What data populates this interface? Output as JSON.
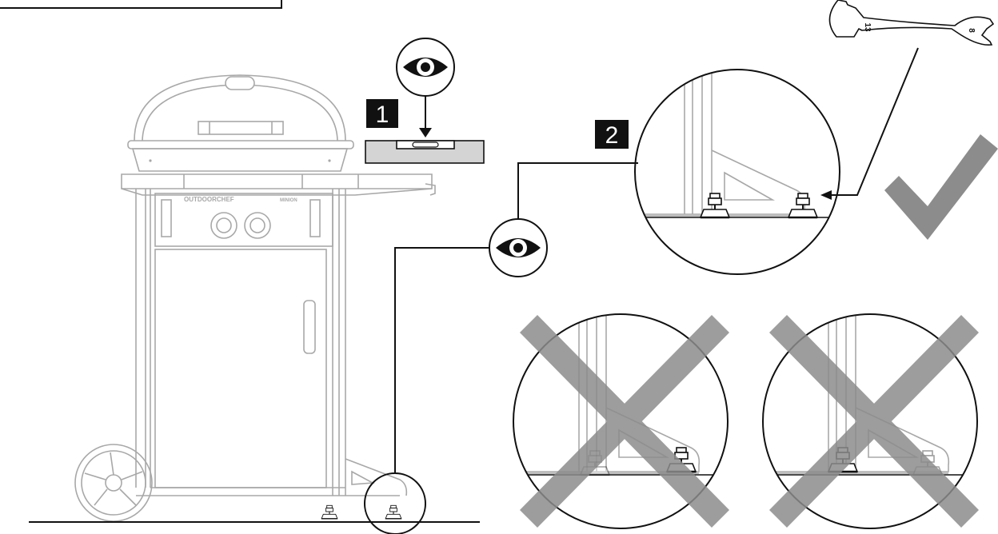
{
  "brand_text": "OUTDOORCHEF",
  "model_text": "MINION",
  "steps": [
    {
      "number": "1"
    },
    {
      "number": "2"
    }
  ],
  "wrench": {
    "size_a": "13",
    "size_b": "8"
  },
  "icons": {
    "eye": "eye-icon",
    "check": "checkmark-icon",
    "cross": "cross-icon",
    "level": "spirit-level-icon",
    "wrench": "wrench-icon"
  },
  "colors": {
    "ink": "#111111",
    "faint_line": "#a8a8a8",
    "mark_gray": "#8c8c8c",
    "level_fill": "#d4d4d4"
  }
}
